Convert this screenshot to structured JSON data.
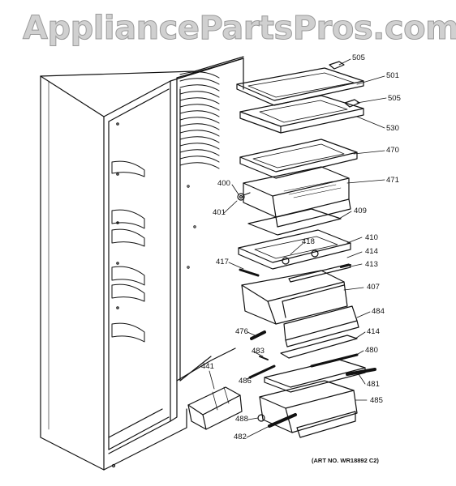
{
  "watermark": "AppliancePartsPros.com",
  "art_number": "(ART NO. WR18892 C2)",
  "callouts": [
    "505",
    "501",
    "505",
    "530",
    "470",
    "471",
    "400",
    "401",
    "409",
    "410",
    "418",
    "414",
    "417",
    "413",
    "407",
    "484",
    "476",
    "414",
    "483",
    "480",
    "486",
    "481",
    "441",
    "485",
    "488",
    "482"
  ]
}
